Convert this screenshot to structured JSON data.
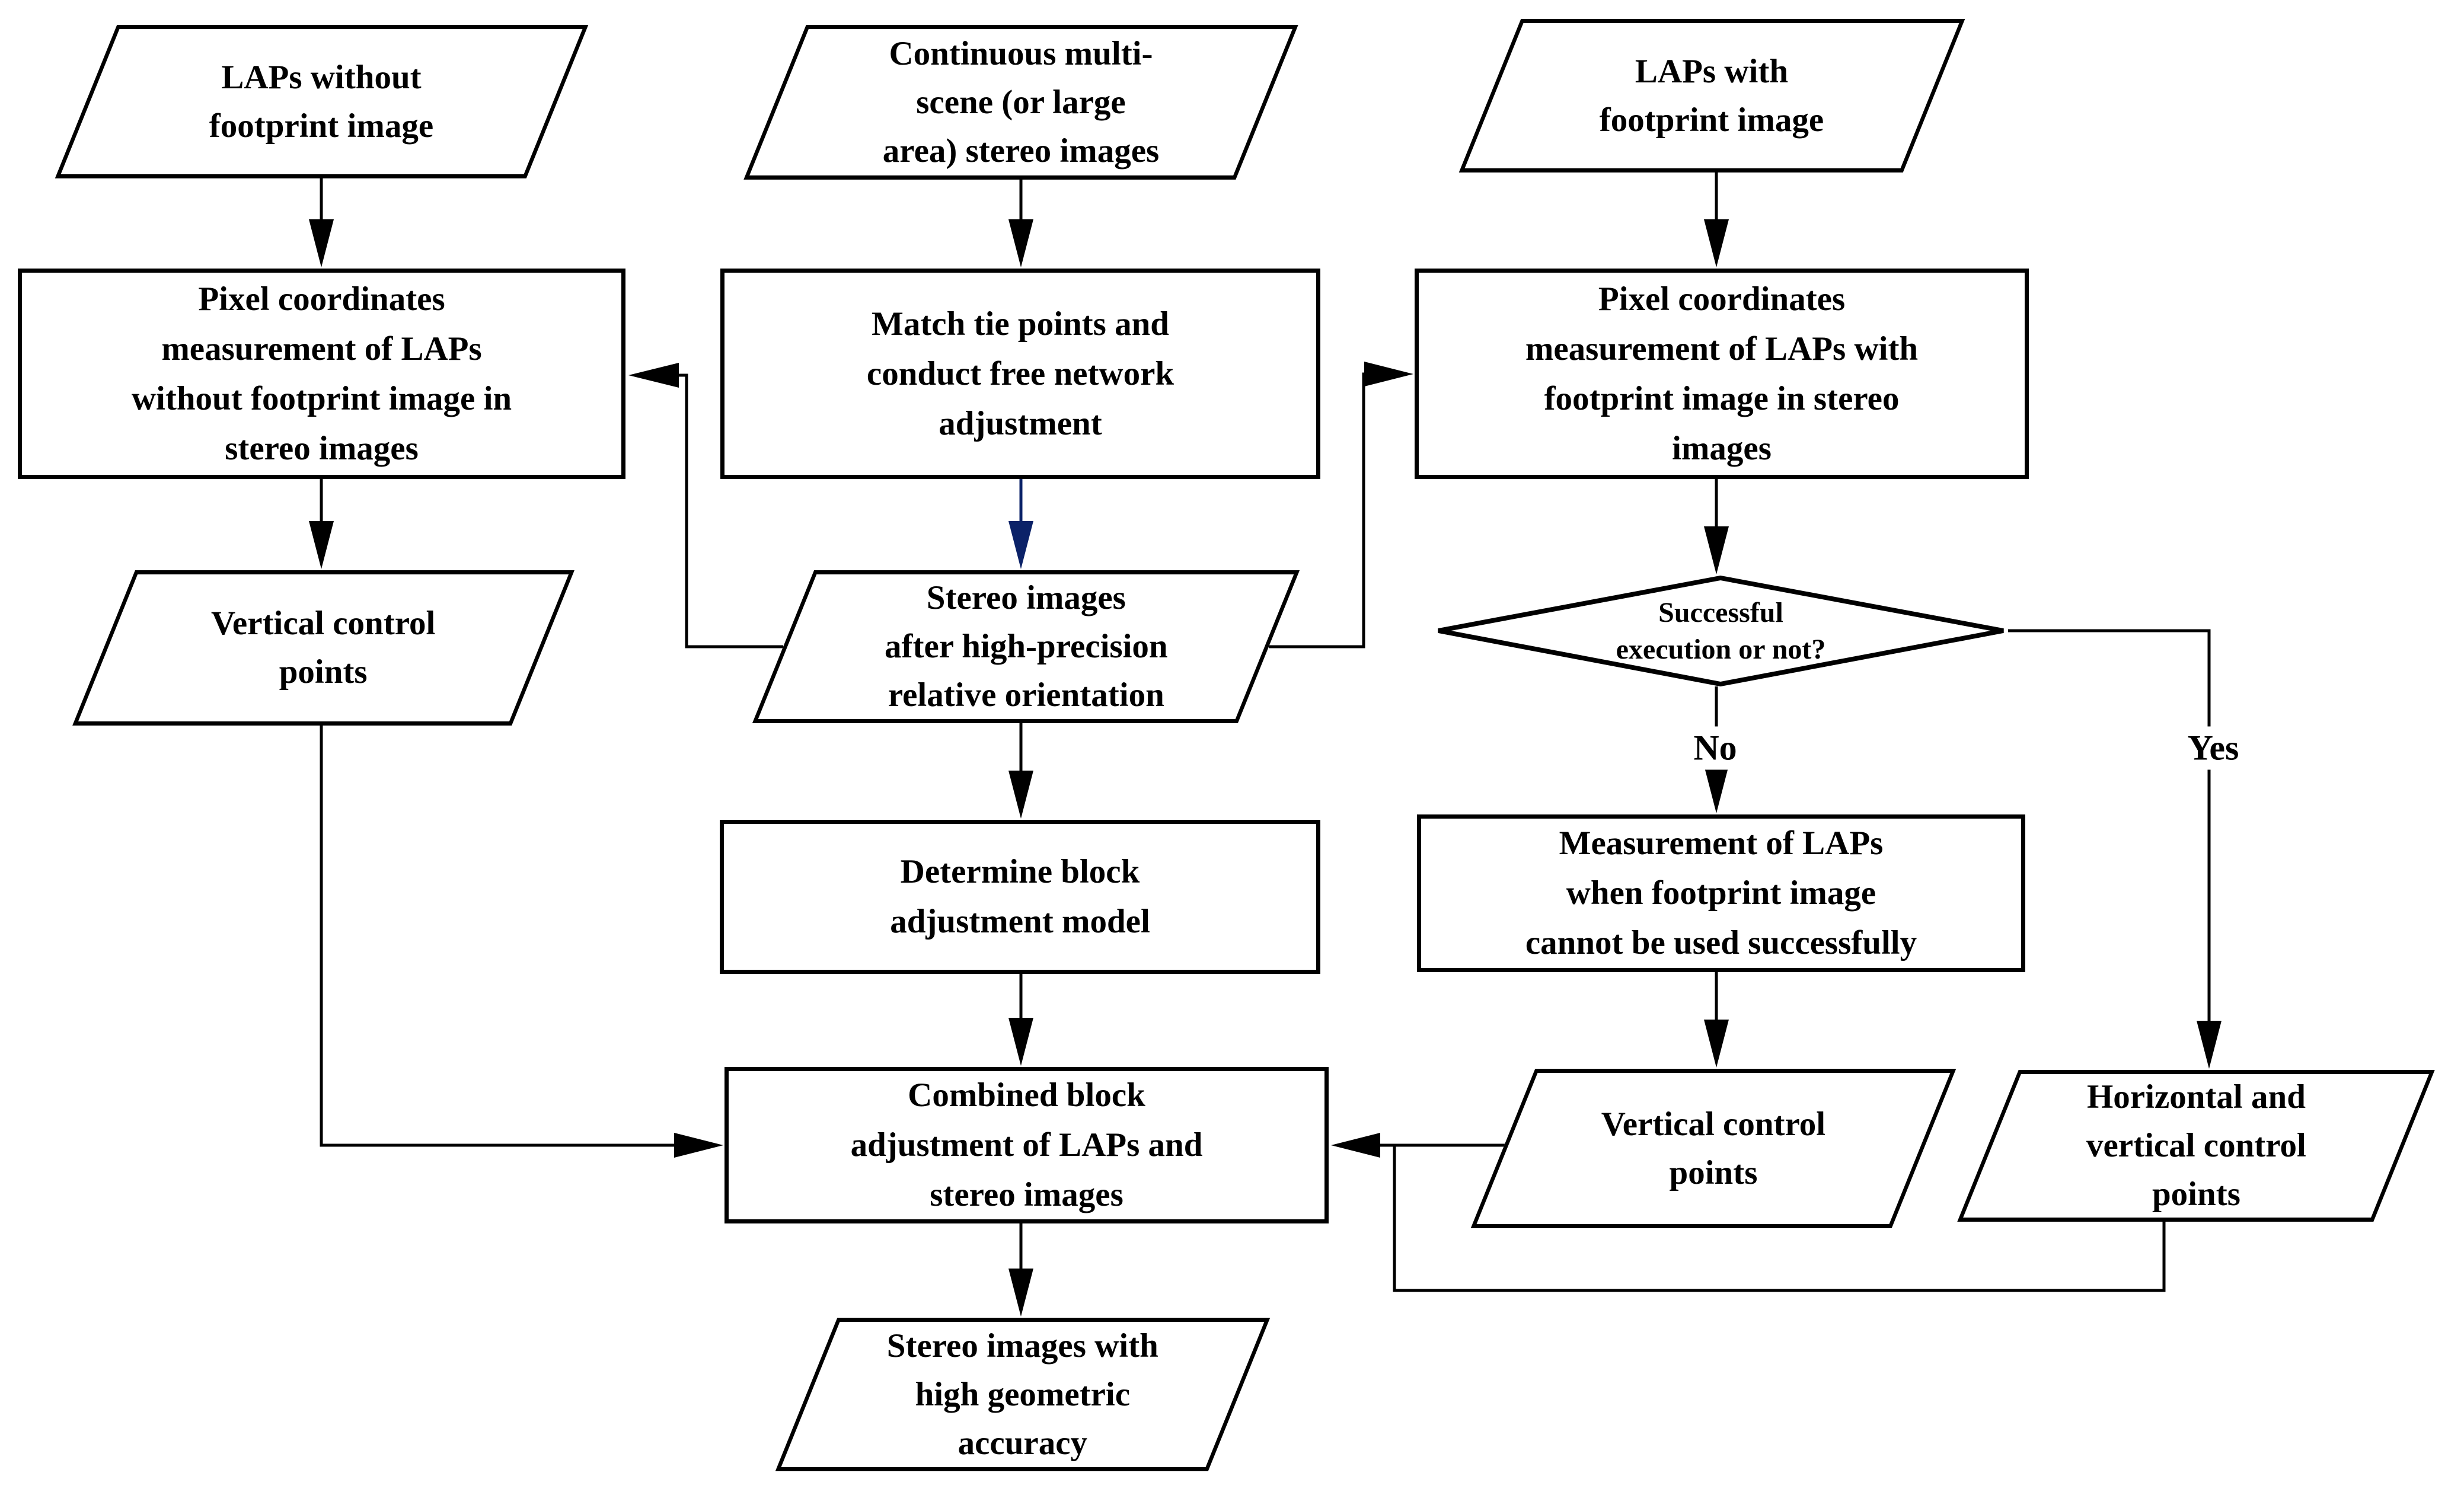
{
  "diagram": {
    "type": "flowchart",
    "colors": {
      "line": "#000000",
      "accent_arrow": "#0b2268",
      "background": "#ffffff",
      "text": "#000000"
    },
    "nodes": {
      "laps_without": {
        "shape": "parallelogram",
        "label": "LAPs without\nfootprint image"
      },
      "continuous_stereo": {
        "shape": "parallelogram",
        "label": "Continuous multi-\nscene (or large\narea) stereo images"
      },
      "laps_with": {
        "shape": "parallelogram",
        "label": "LAPs with\nfootprint image"
      },
      "pixel_without": {
        "shape": "rectangle",
        "label": "Pixel coordinates\nmeasurement of LAPs\nwithout footprint image in\nstereo images"
      },
      "match_tie": {
        "shape": "rectangle",
        "label": "Match tie points and\nconduct free network\nadjustment"
      },
      "pixel_with": {
        "shape": "rectangle",
        "label": "Pixel coordinates\nmeasurement of LAPs with\nfootprint image in stereo\nimages"
      },
      "vcp_left": {
        "shape": "parallelogram",
        "label": "Vertical control\npoints"
      },
      "stereo_after": {
        "shape": "parallelogram",
        "label": "Stereo images\nafter high-precision\nrelative orientation"
      },
      "success_decision": {
        "shape": "diamond",
        "label": "Successful\nexecution or not?"
      },
      "determine_model": {
        "shape": "rectangle",
        "label": "Determine block\nadjustment model"
      },
      "measurement_fail": {
        "shape": "rectangle",
        "label": "Measurement of LAPs\nwhen footprint image\ncannot be used successfully"
      },
      "combined_adjustment": {
        "shape": "rectangle",
        "label": "Combined block\nadjustment of LAPs and\nstereo images"
      },
      "vcp_right": {
        "shape": "parallelogram",
        "label": "Vertical control\npoints"
      },
      "hvcp": {
        "shape": "parallelogram",
        "label": "Horizontal and\nvertical control\npoints"
      },
      "output_stereo": {
        "shape": "parallelogram",
        "label": "Stereo images with\nhigh geometric\naccuracy"
      }
    },
    "edge_labels": {
      "no": "No",
      "yes": "Yes"
    },
    "edges": [
      {
        "from": "laps_without",
        "to": "pixel_without",
        "label": ""
      },
      {
        "from": "continuous_stereo",
        "to": "match_tie",
        "label": ""
      },
      {
        "from": "laps_with",
        "to": "pixel_with",
        "label": ""
      },
      {
        "from": "pixel_without",
        "to": "vcp_left",
        "label": ""
      },
      {
        "from": "match_tie",
        "to": "stereo_after",
        "label": "",
        "color": "#0b2268"
      },
      {
        "from": "pixel_with",
        "to": "success_decision",
        "label": ""
      },
      {
        "from": "stereo_after",
        "to": "pixel_without",
        "label": ""
      },
      {
        "from": "stereo_after",
        "to": "pixel_with",
        "label": ""
      },
      {
        "from": "stereo_after",
        "to": "determine_model",
        "label": ""
      },
      {
        "from": "success_decision",
        "to": "measurement_fail",
        "label": "No"
      },
      {
        "from": "success_decision",
        "to": "hvcp",
        "label": "Yes"
      },
      {
        "from": "determine_model",
        "to": "combined_adjustment",
        "label": ""
      },
      {
        "from": "measurement_fail",
        "to": "vcp_right",
        "label": ""
      },
      {
        "from": "vcp_left",
        "to": "combined_adjustment",
        "label": ""
      },
      {
        "from": "vcp_right",
        "to": "combined_adjustment",
        "label": ""
      },
      {
        "from": "hvcp",
        "to": "combined_adjustment",
        "label": ""
      },
      {
        "from": "combined_adjustment",
        "to": "output_stereo",
        "label": ""
      }
    ]
  }
}
